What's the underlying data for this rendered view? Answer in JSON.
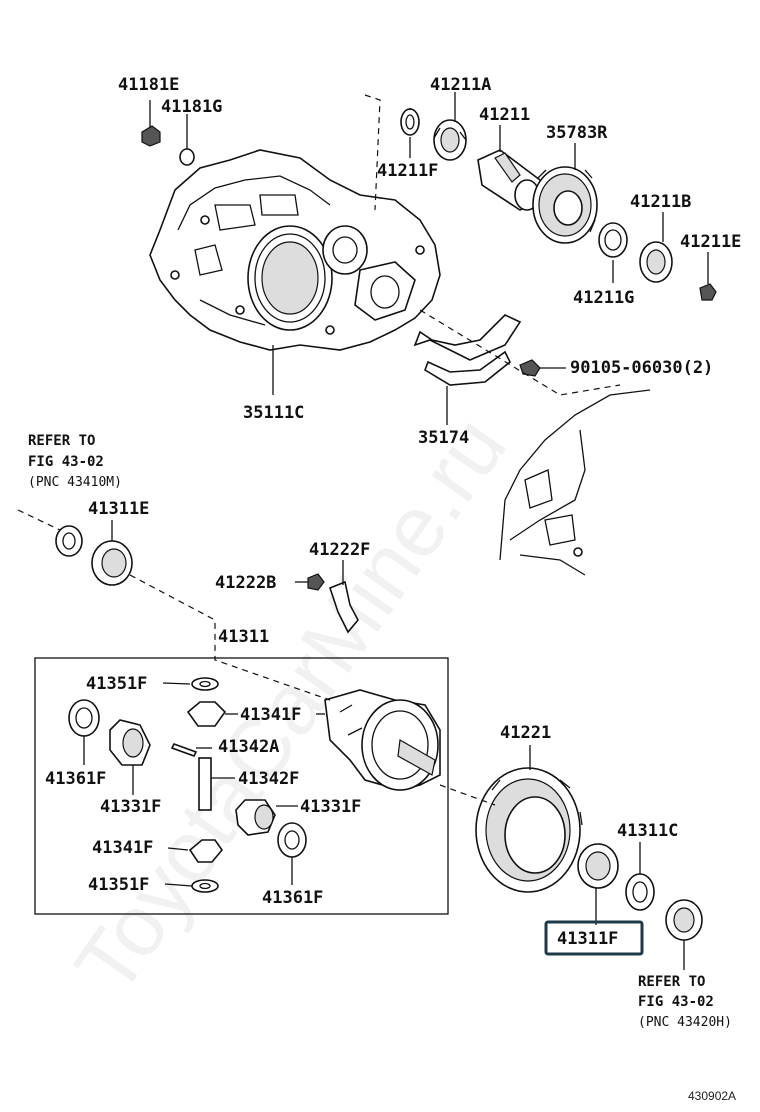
{
  "watermark": "ToyotaCarMine.ru",
  "diagram_code": "430902A",
  "labels": {
    "p41181E": "41181E",
    "p41181G": "41181G",
    "p41211A": "41211A",
    "p41211": "41211",
    "p35783R": "35783R",
    "p41211F": "41211F",
    "p41211B": "41211B",
    "p41211E": "41211E",
    "p41211G": "41211G",
    "p90105": "90105-06030(2)",
    "p35111C": "35111C",
    "p35174": "35174",
    "p41311E": "41311E",
    "p41222F": "41222F",
    "p41222B": "41222B",
    "p41311": "41311",
    "p41351F_a": "41351F",
    "p41341F_a": "41341F",
    "p41342A": "41342A",
    "p41342F": "41342F",
    "p41361F_a": "41361F",
    "p41331F_a": "41331F",
    "p41331F_b": "41331F",
    "p41341F_b": "41341F",
    "p41351F_b": "41351F",
    "p41361F_b": "41361F",
    "p41221": "41221",
    "p41311C": "41311C",
    "p41311F": "41311F"
  },
  "refer_top": {
    "line1": "REFER TO",
    "line2": "FIG 43-02",
    "line3": "(PNC 43410M)"
  },
  "refer_bottom": {
    "line1": "REFER TO",
    "line2": "FIG 43-02",
    "line3": "(PNC 43420H)"
  },
  "highlighted_part": "41311F",
  "highlight_color": "#1e3a4a"
}
